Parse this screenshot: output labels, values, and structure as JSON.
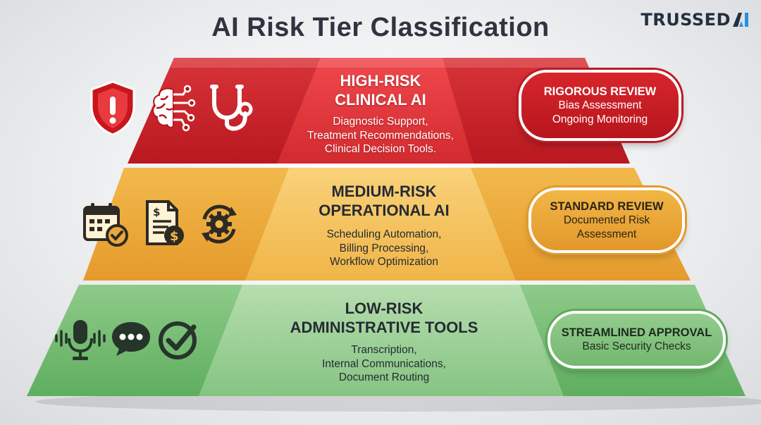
{
  "title": "AI Risk Tier Classification",
  "brand": {
    "name": "TRUSSED",
    "mark_icon": "trussed-ai-mark"
  },
  "colors": {
    "high": "#cf2127",
    "medium": "#eba73b",
    "low": "#7cc07a",
    "text": "#2f3440"
  },
  "tiers": [
    {
      "heading_line1": "HIGH-RISK",
      "heading_line2": "CLINICAL AI",
      "items": [
        "Diagnostic Support,",
        "Treatment Recommendations,",
        "Clinical Decision Tools."
      ],
      "review": {
        "heading": "RIGOROUS REVIEW",
        "lines": [
          "Bias Assessment",
          "Ongoing Monitoring"
        ]
      },
      "icons": [
        "shield-alert-icon",
        "brain-circuit-icon",
        "stethoscope-icon"
      ]
    },
    {
      "heading_line1": "MEDIUM-RISK",
      "heading_line2": "OPERATIONAL AI",
      "items": [
        "Scheduling Automation,",
        "Billing Processing,",
        "Workflow Optimization"
      ],
      "review": {
        "heading": "STANDARD REVIEW",
        "lines": [
          "Documented Risk",
          "Assessment"
        ]
      },
      "icons": [
        "calendar-check-icon",
        "invoice-dollar-icon",
        "gear-sync-icon"
      ]
    },
    {
      "heading_line1": "LOW-RISK",
      "heading_line2": "ADMINISTRATIVE TOOLS",
      "items": [
        "Transcription,",
        "Internal Communications,",
        "Document Routing"
      ],
      "review": {
        "heading": "STREAMLINED APPROVAL",
        "lines": [
          "Basic Security Checks"
        ]
      },
      "icons": [
        "microphone-icon",
        "chat-bubble-icon",
        "check-circle-icon"
      ]
    }
  ]
}
